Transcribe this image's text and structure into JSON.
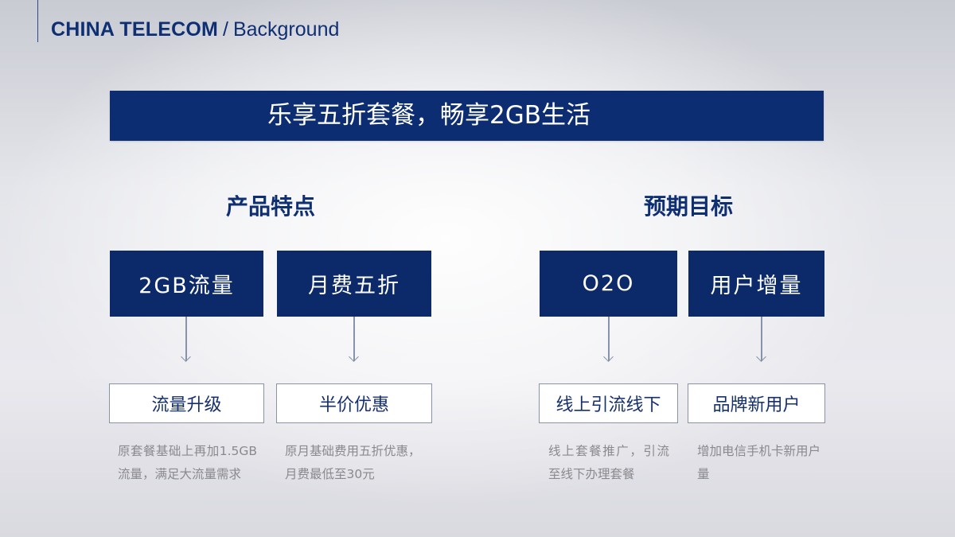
{
  "header": {
    "brand": "CHINA TELECOM",
    "separator": "/",
    "section": "Background"
  },
  "banner": {
    "title": "乐享五折套餐，畅享2GB生活"
  },
  "colors": {
    "primary_navy": "#0c2d72",
    "heading_blue": "#0f2f73",
    "connector_gray": "#8793ab",
    "desc_gray": "#8a8a8e"
  },
  "sections": [
    {
      "heading": "产品特点",
      "cards": [
        {
          "label": "2GB流量",
          "sub_label": "流量升级",
          "description": "原套餐基础上再加1.5GB流量，满足大流量需求"
        },
        {
          "label": "月费五折",
          "sub_label": "半价优惠",
          "description": "原月基础费用五折优惠，月费最低至30元"
        }
      ]
    },
    {
      "heading": "预期目标",
      "cards": [
        {
          "label": "O2O",
          "sub_label": "线上引流线下",
          "description": "线上套餐推广，引流至线下办理套餐"
        },
        {
          "label": "用户增量",
          "sub_label": "品牌新用户",
          "description": "增加电信手机卡新用户量"
        }
      ]
    }
  ]
}
